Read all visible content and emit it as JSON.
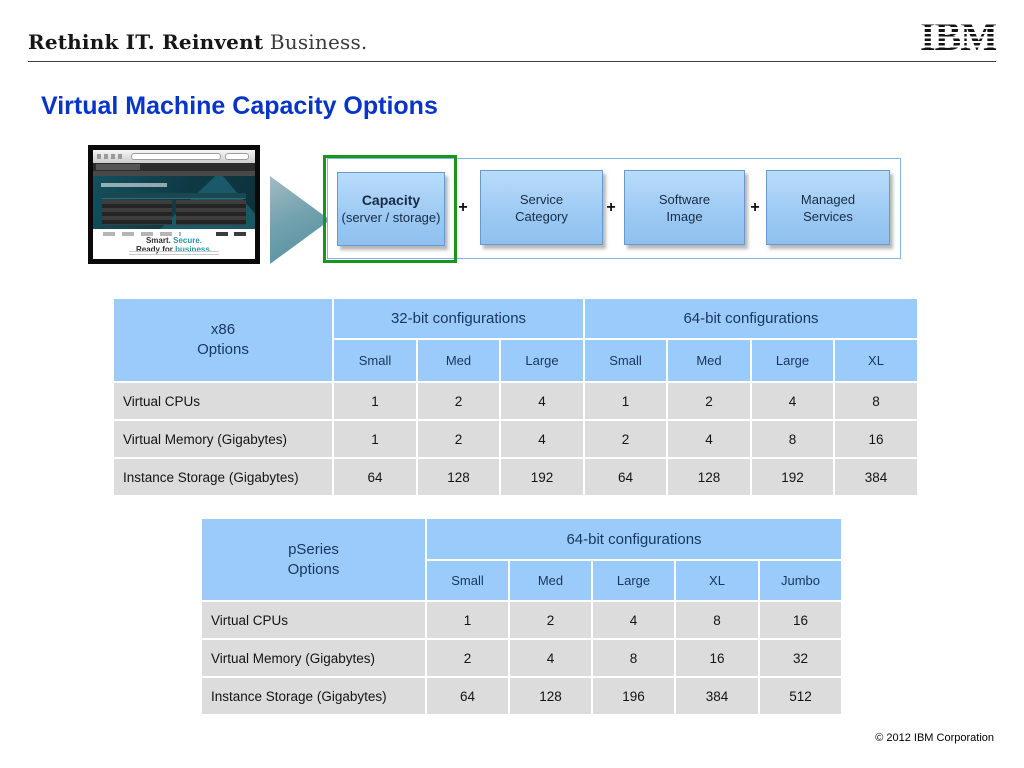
{
  "header": {
    "tagline_bold": "Rethink IT. Reinvent",
    "tagline_light": " Business.",
    "logo_text": "IBM"
  },
  "page_title": "Virtual Machine Capacity Options",
  "flow_diagram": {
    "screenshot_headline": {
      "part1": "Smart.",
      "part2": "Secure.",
      "part3": "Ready for",
      "part4": "business."
    },
    "plus_sign": "+",
    "boxes": [
      {
        "line1": "Capacity",
        "line2": "(server / storage)",
        "highlighted": true
      },
      {
        "line1": "Service",
        "line2": "Category",
        "highlighted": false
      },
      {
        "line1": "Software",
        "line2": "Image",
        "highlighted": false
      },
      {
        "line1": "Managed",
        "line2": "Services",
        "highlighted": false
      }
    ]
  },
  "tables": [
    {
      "id": "x86",
      "corner": {
        "line1": "x86",
        "line2": "Options"
      },
      "groups": [
        {
          "label": "32-bit configurations",
          "columns": [
            "Small",
            "Med",
            "Large"
          ]
        },
        {
          "label": "64-bit configurations",
          "columns": [
            "Small",
            "Med",
            "Large",
            "XL"
          ]
        }
      ],
      "rows": [
        {
          "label": "Virtual CPUs",
          "values": [
            "1",
            "2",
            "4",
            "1",
            "2",
            "4",
            "8"
          ]
        },
        {
          "label": "Virtual Memory (Gigabytes)",
          "values": [
            "1",
            "2",
            "4",
            "2",
            "4",
            "8",
            "16"
          ]
        },
        {
          "label": "Instance Storage (Gigabytes)",
          "values": [
            "64",
            "128",
            "192",
            "64",
            "128",
            "192",
            "384"
          ]
        }
      ]
    },
    {
      "id": "pSeries",
      "corner": {
        "line1": "pSeries",
        "line2": "Options"
      },
      "groups": [
        {
          "label": "64-bit configurations",
          "columns": [
            "Small",
            "Med",
            "Large",
            "XL",
            "Jumbo"
          ]
        }
      ],
      "rows": [
        {
          "label": "Virtual CPUs",
          "values": [
            "1",
            "2",
            "4",
            "8",
            "16"
          ]
        },
        {
          "label": "Virtual Memory (Gigabytes)",
          "values": [
            "2",
            "4",
            "8",
            "16",
            "32"
          ]
        },
        {
          "label": "Instance Storage (Gigabytes)",
          "values": [
            "64",
            "128",
            "196",
            "384",
            "512"
          ]
        }
      ]
    }
  ],
  "footer": {
    "copyright": "© 2012 IBM Corporation"
  },
  "colors": {
    "title_blue": "#0834c9",
    "table_header_blue": "#9bcbfa",
    "table_row_gray": "#dcdcdc",
    "header_text_navy": "#17375e",
    "box_fill_blue": "#9cc9f3",
    "highlight_green": "#18961e",
    "container_border_blue": "#7db8e2",
    "arrow_teal": "#4f8c9d",
    "screenshot_teal": "#2d93a8"
  }
}
